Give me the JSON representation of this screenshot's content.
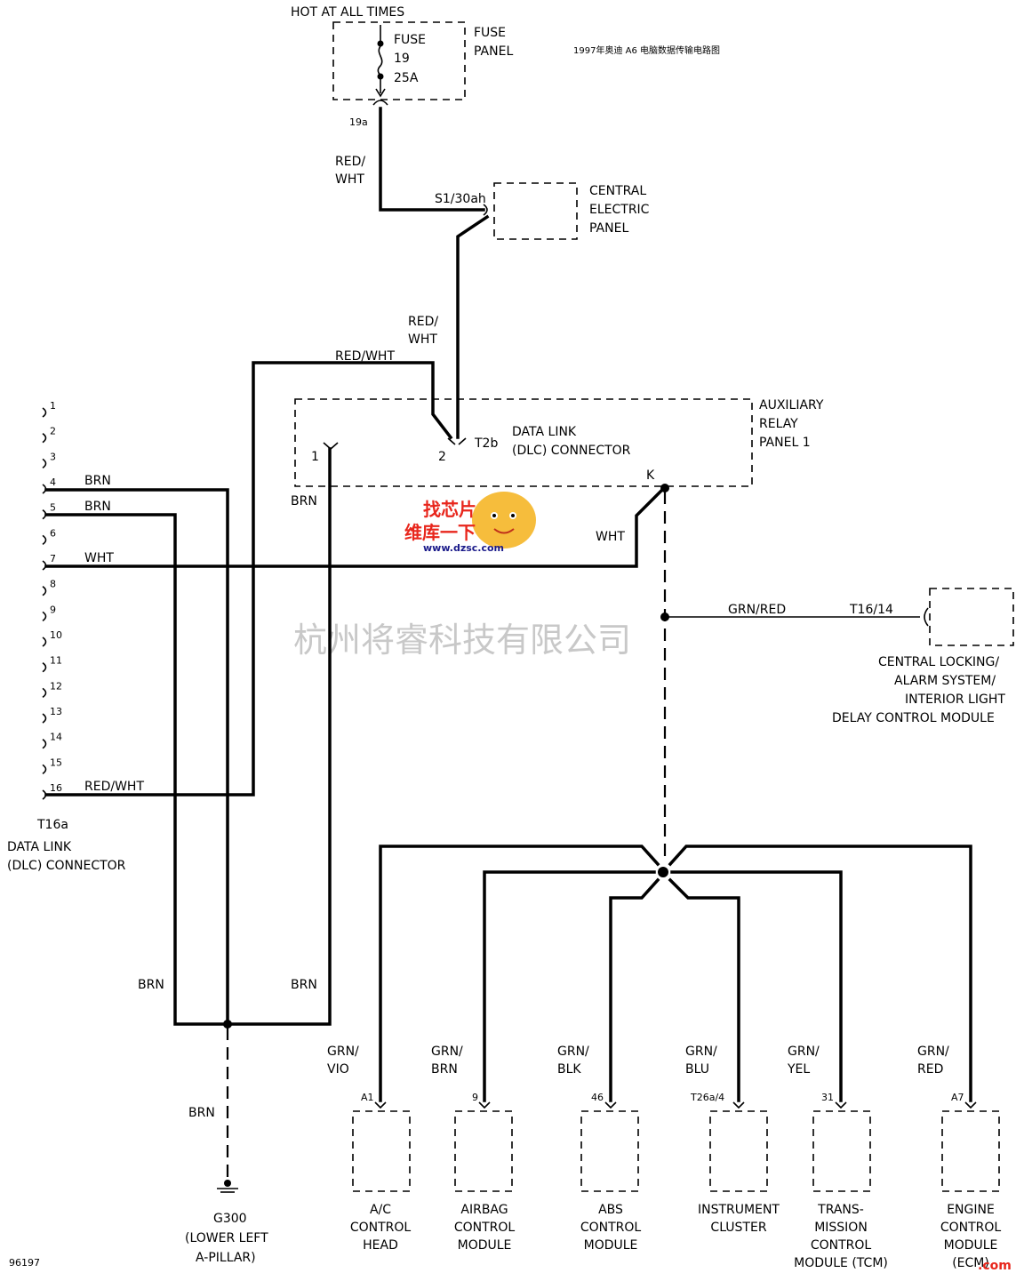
{
  "supply": {
    "hot_label": "HOT AT ALL TIMES",
    "fuse_line1": "FUSE",
    "fuse_line2": "19",
    "fuse_line3": "25A",
    "fuse_panel_line1": "FUSE",
    "fuse_panel_line2": "PANEL",
    "terminal": "19a",
    "wire_label_line1": "RED/",
    "wire_label_line2": "WHT"
  },
  "title_cn": "1997年奥迪 A6 电脑数据传输电路图",
  "central_panel": {
    "terminal": "S1/30ah",
    "line1": "CENTRAL",
    "line2": "ELECTRIC",
    "line3": "PANEL"
  },
  "riser_wire": {
    "line1": "RED/",
    "line2": "WHT"
  },
  "top_wire_label": "RED/WHT",
  "aux_panel": {
    "line1": "AUXILIARY",
    "line2": "RELAY",
    "line3": "PANEL 1",
    "dlc_line1": "DATA LINK",
    "dlc_line2": "(DLC) CONNECTOR",
    "pin1": "1",
    "pin2": "2",
    "connector": "T2b",
    "pin_k": "K",
    "brn_label": "BRN",
    "wht_label": "WHT"
  },
  "dlc_left": {
    "pins": [
      "1",
      "2",
      "3",
      "4",
      "5",
      "6",
      "7",
      "8",
      "9",
      "10",
      "11",
      "12",
      "13",
      "14",
      "15",
      "16"
    ],
    "wire_labels": {
      "p4": "BRN",
      "p5": "BRN",
      "p7": "WHT",
      "p16": "RED/WHT"
    },
    "connector_id": "T16a",
    "name_line1": "DATA LINK",
    "name_line2": "(DLC) CONNECTOR"
  },
  "central_locking": {
    "wire_label": "GRN/RED",
    "terminal": "T16/14",
    "line1": "CENTRAL LOCKING/",
    "line2": "ALARM SYSTEM/",
    "line3": "INTERIOR LIGHT",
    "line4": "DELAY CONTROL MODULE"
  },
  "ground": {
    "brn_left": "BRN",
    "brn_right": "BRN",
    "brn_down": "BRN",
    "id": "G300",
    "line2": "(LOWER LEFT",
    "line3": "A-PILLAR)"
  },
  "watermark": "杭州将睿科技有限公司",
  "logo": {
    "top": "找芯片",
    "bottom": "维库一下",
    "url": "www.dzsc.com"
  },
  "figure_code": "96197",
  "corner_mark": ".com",
  "modules": [
    {
      "wire1": "GRN/",
      "wire2": "VIO",
      "terminal": "A1",
      "name1": "A/C",
      "name2": "CONTROL",
      "name3": "HEAD"
    },
    {
      "wire1": "GRN/",
      "wire2": "BRN",
      "terminal": "9",
      "name1": "AIRBAG",
      "name2": "CONTROL",
      "name3": "MODULE"
    },
    {
      "wire1": "GRN/",
      "wire2": "BLK",
      "terminal": "46",
      "name1": "ABS",
      "name2": "CONTROL",
      "name3": "MODULE"
    },
    {
      "wire1": "GRN/",
      "wire2": "BLU",
      "terminal": "T26a/4",
      "name1": "INSTRUMENT",
      "name2": "CLUSTER",
      "name3": ""
    },
    {
      "wire1": "GRN/",
      "wire2": "YEL",
      "terminal": "31",
      "name1": "TRANS-",
      "name2": "MISSION",
      "name3": "CONTROL",
      "name4": "MODULE (TCM)"
    },
    {
      "wire1": "GRN/",
      "wire2": "RED",
      "terminal": "A7",
      "name1": "ENGINE",
      "name2": "CONTROL",
      "name3": "MODULE",
      "name4": "(ECM)"
    }
  ]
}
